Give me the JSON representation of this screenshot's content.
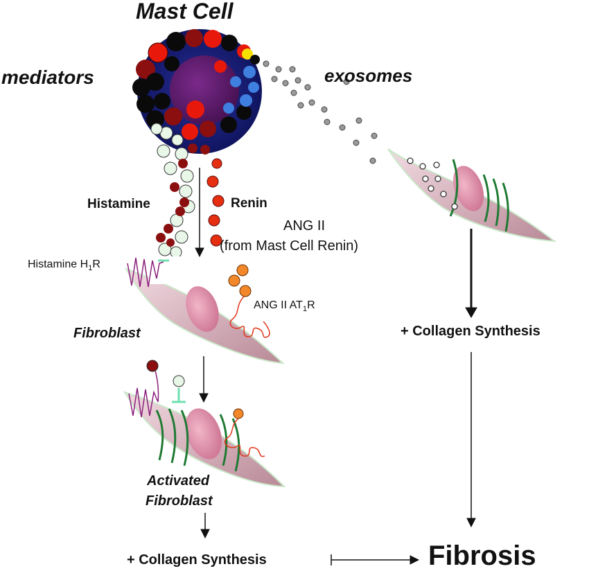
{
  "title": "Mast Cell",
  "labels": {
    "mediators": "mediators",
    "exosomes": "exosomes",
    "histamine": "Histamine",
    "renin": "Renin",
    "ang_line1": "ANG II",
    "ang_line2": "(from Mast Cell Renin)",
    "histamine_receptor": {
      "prefix": "Histamine H",
      "sub": "1",
      "suffix": "R"
    },
    "ang_receptor": {
      "prefix": "ANG II  AT",
      "sub": "1",
      "suffix": "R"
    },
    "fibroblast": "Fibroblast",
    "activated_line1": "Activated",
    "activated_line2": "Fibroblast",
    "collagen_right": "+ Collagen Synthesis",
    "collagen_bottom": "+ Collagen Synthesis",
    "fibrosis": "Fibrosis"
  },
  "colors": {
    "mast_cell_outer": "#1a237e",
    "nucleus": "#5e1a6b",
    "granule_red": "#e8190a",
    "granule_dark_red": "#8b0f0f",
    "granule_black": "#0a0a0a",
    "granule_blue": "#3f7fe0",
    "granule_yellow": "#f5e000",
    "histamine_light": "#e8f7e8",
    "renin_red": "#e62e10",
    "ang_orange": "#f2882a",
    "exosome_gray": "#9a9a9a",
    "fibroblast_body": "#e8c4cf",
    "fibroblast_nucleus": "#e89ab4",
    "collagen_green": "#1f7a33",
    "h1r_purple": "#8a1f7a",
    "at1r_red": "#e0351a",
    "antagonist_green": "#6fe0b0"
  }
}
